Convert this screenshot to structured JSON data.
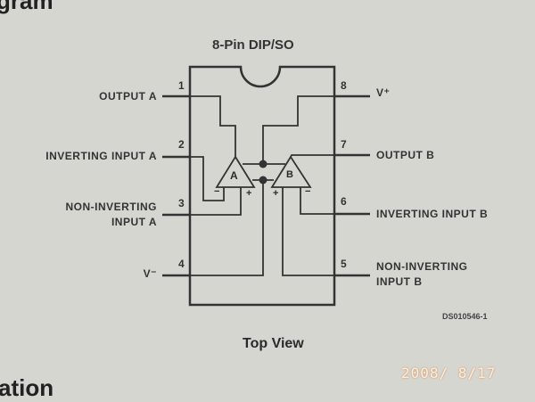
{
  "page": {
    "heading_top_fragment": "gram",
    "heading_bottom_fragment": "ation",
    "diagram_title": "8-Pin DIP/SO",
    "view_label": "Top View",
    "figure_id": "DS010546-1",
    "photo_date": "2008/ 8/17"
  },
  "pins": {
    "p1": {
      "number": "1",
      "label": "OUTPUT A"
    },
    "p2": {
      "number": "2",
      "label": "INVERTING INPUT A"
    },
    "p3": {
      "number": "3",
      "label_line1": "NON-INVERTING",
      "label_line2": "INPUT A"
    },
    "p4": {
      "number": "4",
      "label": "V⁻"
    },
    "p5": {
      "number": "5",
      "label_line1": "NON-INVERTING",
      "label_line2": "INPUT B"
    },
    "p6": {
      "number": "6",
      "label": "INVERTING INPUT B"
    },
    "p7": {
      "number": "7",
      "label": "OUTPUT B"
    },
    "p8": {
      "number": "8",
      "label": "V⁺"
    }
  },
  "amps": {
    "a": {
      "name": "A",
      "minus": "−",
      "plus": "+"
    },
    "b": {
      "name": "B",
      "minus": "−",
      "plus": "+"
    }
  }
}
